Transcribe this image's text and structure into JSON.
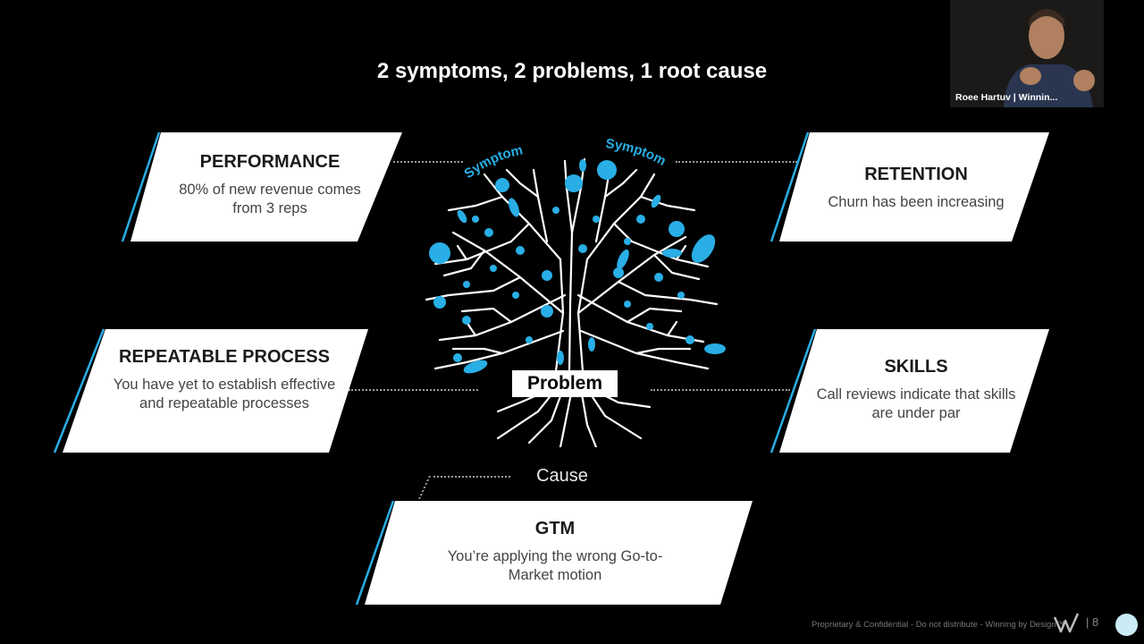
{
  "slide": {
    "title": "2 symptoms, 2 problems, 1 root cause",
    "page_number": "8",
    "footer": "Proprietary & Confidential - Do not distribute - Winning by Design™"
  },
  "cards": {
    "performance": {
      "heading": "PERFORMANCE",
      "body": "80% of new revenue comes from 3 reps"
    },
    "retention": {
      "heading": "RETENTION",
      "body": "Churn has been increasing"
    },
    "repeatable": {
      "heading": "REPEATABLE PROCESS",
      "body": "You have yet to establish effective and repeatable processes"
    },
    "skills": {
      "heading": "SKILLS",
      "body": "Call reviews indicate that skills are under par"
    },
    "gtm": {
      "heading": "GTM",
      "body": "You’re applying the wrong Go-to-Market motion"
    }
  },
  "tree": {
    "symptom_left": "Symptom",
    "symptom_right": "Symptom",
    "problem_label": "Problem",
    "cause_label": "Cause"
  },
  "video": {
    "speaker": "Roee Hartuv | Winnin..."
  },
  "colors": {
    "accent": "#29aee6",
    "background": "#000000",
    "card": "#ffffff"
  },
  "icons": {
    "logo": "winning-by-design-w-logo",
    "control": "circle-button"
  }
}
